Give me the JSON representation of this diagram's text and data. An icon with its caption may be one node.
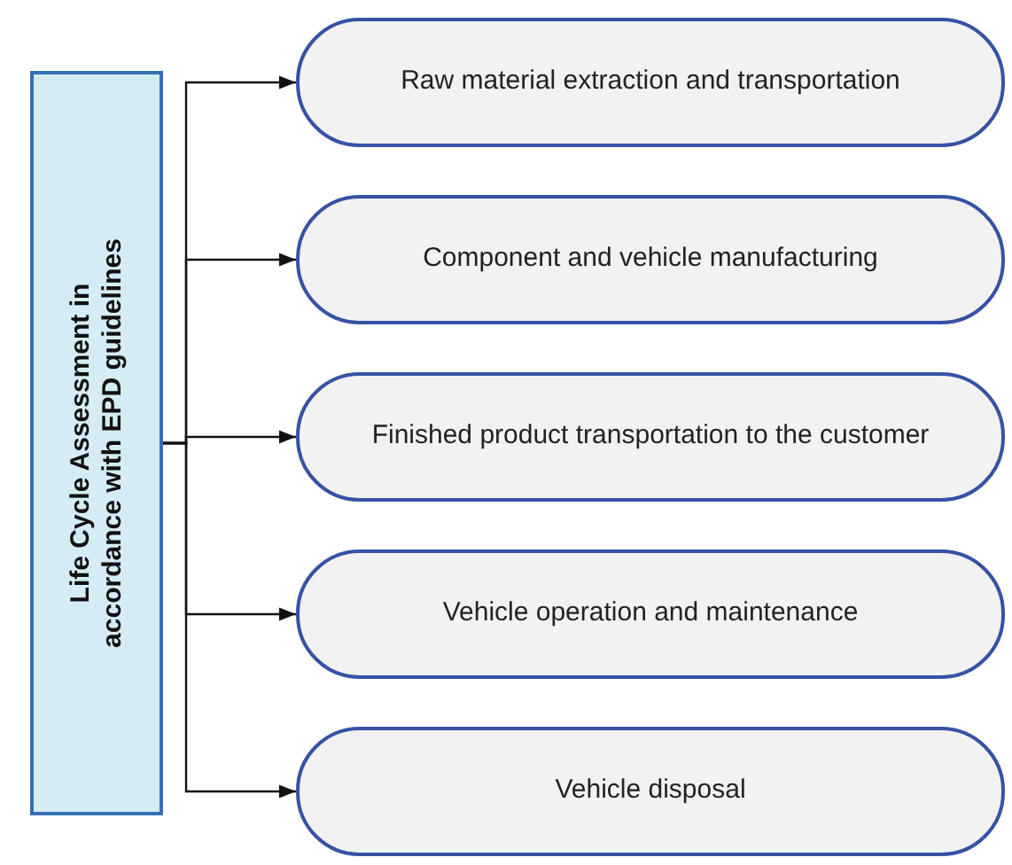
{
  "diagram": {
    "nodes": [
      {
        "text": [
          "Life Cycle Assessment in accordance with EPD guidelines"
        ]
      },
      {
        "text": [
          "Raw material extraction and transportation"
        ]
      },
      {
        "text": [
          "Component and vehicle manufacturing"
        ]
      },
      {
        "text": [
          "Finished product transportation to the customer"
        ]
      },
      {
        "text": [
          "Vehicle operation and maintenance"
        ]
      },
      {
        "text": [
          "Vehicle disposal"
        ]
      }
    ],
    "edges": [
      {
        "from": 0,
        "to": 1,
        "arrow": "to"
      },
      {
        "from": 0,
        "to": 2,
        "arrow": "to"
      },
      {
        "from": 0,
        "to": 3,
        "arrow": "to"
      },
      {
        "from": 0,
        "to": 4,
        "arrow": "to"
      },
      {
        "from": 0,
        "to": 5,
        "arrow": "to"
      }
    ]
  }
}
